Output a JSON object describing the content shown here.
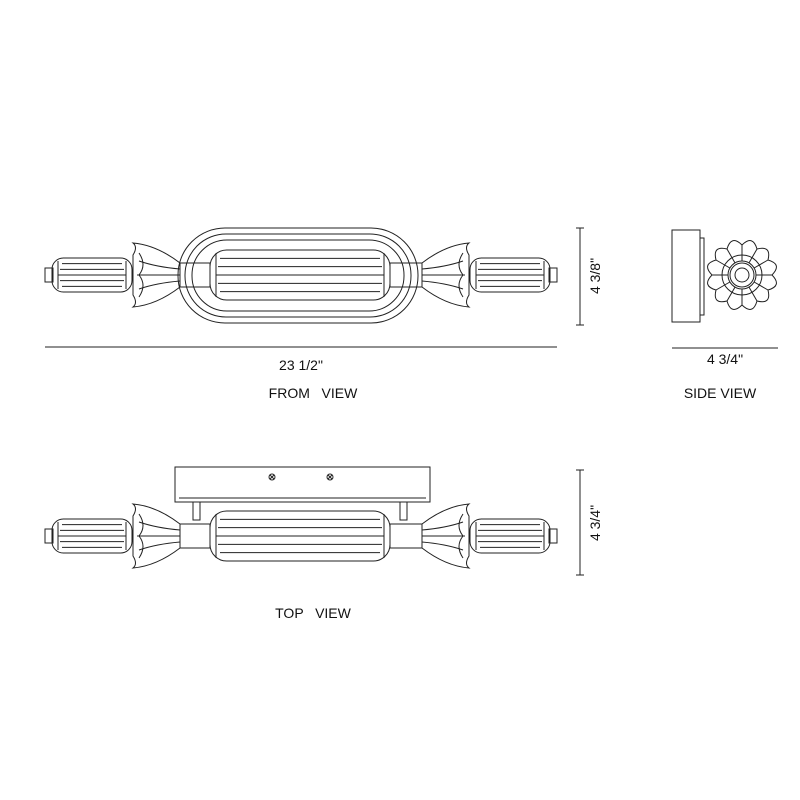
{
  "views": {
    "front": {
      "label": "FROM   VIEW",
      "width_dim": "23 1/2\"",
      "height_dim": "4 3/8\""
    },
    "side": {
      "label": "SIDE VIEW",
      "depth_dim": "4 3/4\""
    },
    "top": {
      "label": "TOP   VIEW",
      "depth_dim": "4 3/4\""
    }
  },
  "colors": {
    "line": "#222222",
    "background": "#ffffff"
  }
}
